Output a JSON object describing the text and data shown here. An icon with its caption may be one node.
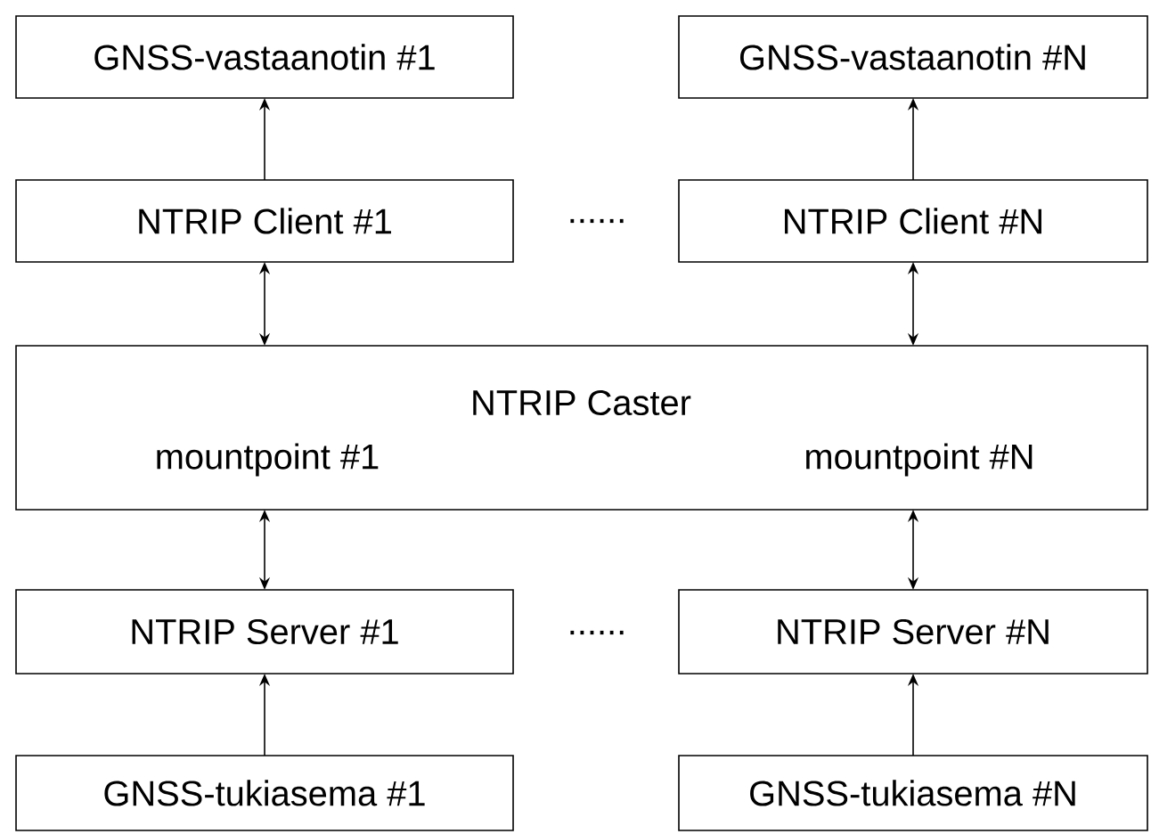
{
  "diagram": {
    "nodes": [
      {
        "text": [
          "GNSS-vastaanotin #1"
        ]
      },
      {
        "text": [
          "GNSS-vastaanotin #N"
        ]
      },
      {
        "text": [
          "NTRIP Client #1"
        ]
      },
      {
        "text": [
          "NTRIP Client #N"
        ]
      },
      {
        "text": [
          "NTRIP Caster",
          "mountpoint #1",
          "mountpoint #N"
        ]
      },
      {
        "text": [
          "NTRIP Server #1"
        ]
      },
      {
        "text": [
          "NTRIP Server #N"
        ]
      },
      {
        "text": [
          "GNSS-tukiasema #1"
        ]
      },
      {
        "text": [
          "GNSS-tukiasema #N"
        ]
      }
    ],
    "edges": [
      {
        "from": 2,
        "to": 0,
        "arrow": "to"
      },
      {
        "from": 3,
        "to": 1,
        "arrow": "to"
      },
      {
        "from": 2,
        "to": 4,
        "arrow": "both"
      },
      {
        "from": 3,
        "to": 4,
        "arrow": "both"
      },
      {
        "from": 4,
        "to": 5,
        "arrow": "both"
      },
      {
        "from": 4,
        "to": 6,
        "arrow": "both"
      },
      {
        "from": 7,
        "to": 5,
        "arrow": "to"
      },
      {
        "from": 8,
        "to": 6,
        "arrow": "to"
      }
    ],
    "labels": [
      "......",
      "......"
    ]
  }
}
